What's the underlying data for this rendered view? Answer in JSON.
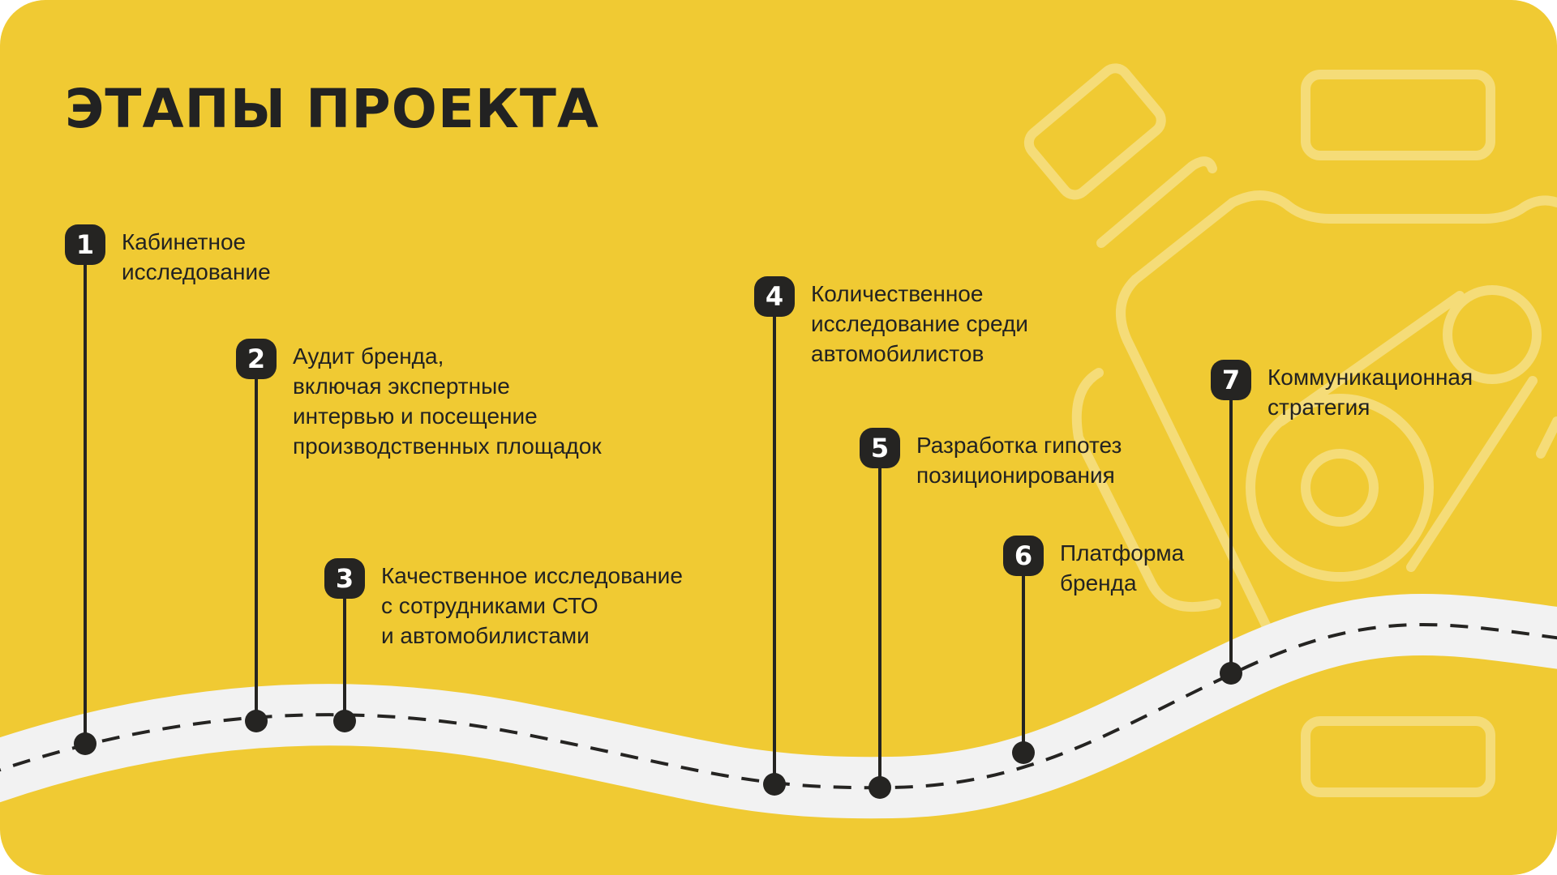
{
  "title": "ЭТАПЫ ПРОЕКТА",
  "colors": {
    "background": "#F0CA33",
    "road": "#F2F2F2",
    "marker": "#252422"
  },
  "stages": [
    {
      "number": "1",
      "lines": [
        "Кабинетное",
        "исследование"
      ]
    },
    {
      "number": "2",
      "lines": [
        "Аудит бренда,",
        "включая экспертные",
        "интервью и посещение",
        "производственных площадок"
      ]
    },
    {
      "number": "3",
      "lines": [
        "Качественное исследование",
        "с сотрудниками СТО",
        "и автомобилистами"
      ]
    },
    {
      "number": "4",
      "lines": [
        "Количественное",
        "исследование среди",
        "автомобилистов"
      ]
    },
    {
      "number": "5",
      "lines": [
        "Разработка гипотез",
        "позиционирования"
      ]
    },
    {
      "number": "6",
      "lines": [
        "Платформа",
        "бренда"
      ]
    },
    {
      "number": "7",
      "lines": [
        "Коммуникационная",
        "стратегия"
      ]
    }
  ]
}
